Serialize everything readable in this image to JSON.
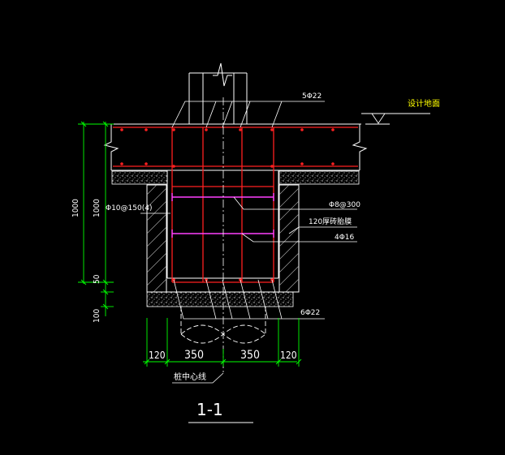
{
  "colors": {
    "background": "#000000",
    "concrete": "#ffffff",
    "rebar": "#ff2020",
    "stirrup": "#ff40ff",
    "dimension": "#00ff00",
    "label": "#ffffff",
    "ground_label": "#ffff00",
    "title_underline": "#ffffff"
  },
  "labels": {
    "top_bars": "5Φ22",
    "ground_level": "设计地面",
    "stirrups": "Φ10@150(4)",
    "distribution_bars": "Φ8@300",
    "membrane": "120厚砖胎膜",
    "side_bars": "4Φ16",
    "bottom_bars": "6Φ22",
    "pile_centerline": "桩中心线",
    "section_title": "1-1"
  },
  "dimensions": {
    "height_total": "1000",
    "height_inner": "1000",
    "height_50": "50",
    "height_100": "100",
    "width_left_wall": "120",
    "width_left_half": "350",
    "width_right_half": "350",
    "width_right_wall": "120"
  }
}
